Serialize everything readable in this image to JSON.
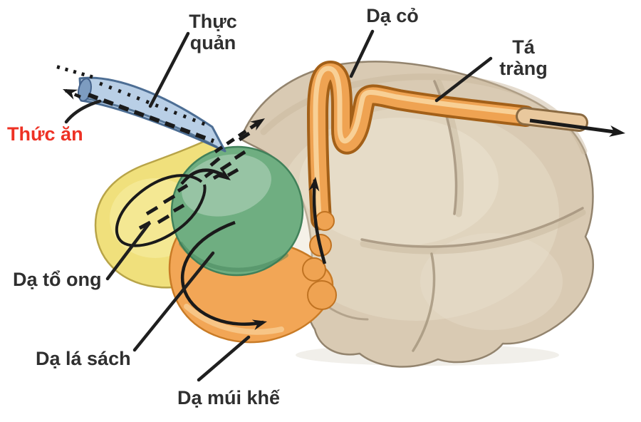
{
  "labels": {
    "esophagus_line1": "Thực",
    "esophagus_line2": "quản",
    "rumen": "Dạ cỏ",
    "duodenum_line1": "Tá",
    "duodenum_line2": "tràng",
    "food": "Thức ăn",
    "reticulum": "Dạ tổ ong",
    "omasum": "Dạ lá sách",
    "abomasum": "Dạ múi khế"
  },
  "colors": {
    "background": "#ffffff",
    "label_text": "#2f2f2f",
    "food_label_red": "#ee3124",
    "arrow_black": "#1a1a1a",
    "esophagus_fill": "#b9cfe6",
    "esophagus_outline": "#4d6e94",
    "esophagus_opening": "#7d9cc0",
    "rumen_fill": "#d9cab3",
    "rumen_outline": "#93846e",
    "reticulum_fill": "#f0e07c",
    "reticulum_outline": "#b8a448",
    "omasum_fill": "#6fae81",
    "omasum_outline": "#41815a",
    "abomasum_fill": "#f2a656",
    "abomasum_outline": "#c97b26",
    "duodenum_fill": "#efa352",
    "duodenum_outline": "#a36018",
    "duodenum_exit_fill": "#e9c89d",
    "duodenum_exit_outline": "#8a6a42"
  }
}
